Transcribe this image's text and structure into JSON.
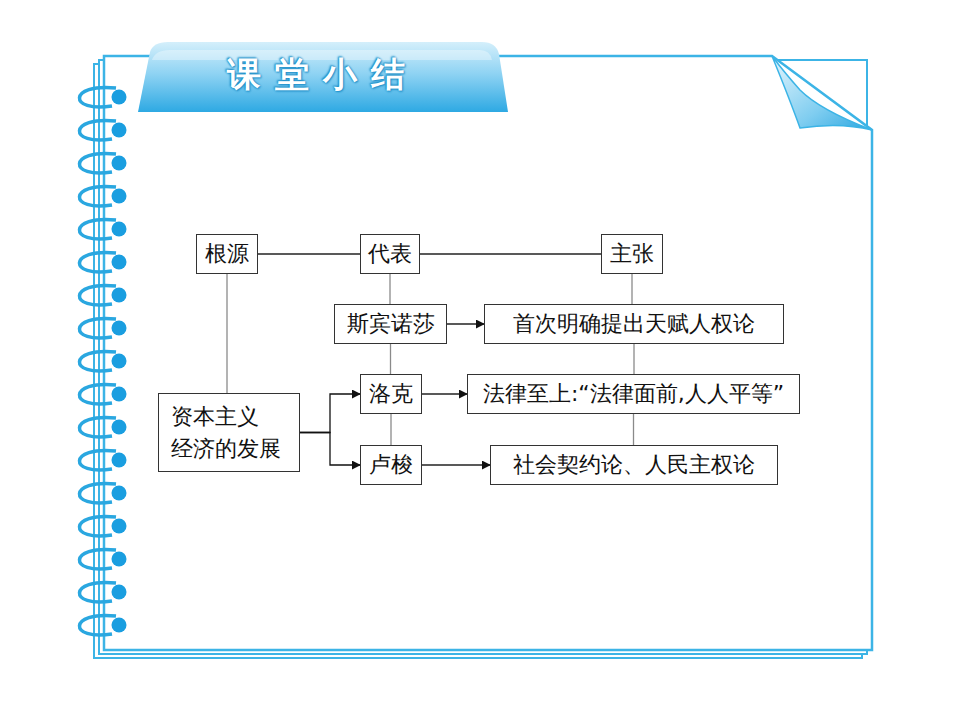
{
  "diagram": {
    "title": "课堂小结",
    "nodes": [
      {
        "text": [
          "根源"
        ]
      },
      {
        "text": [
          "代表"
        ]
      },
      {
        "text": [
          "主张"
        ]
      },
      {
        "text": [
          "斯宾诺莎"
        ]
      },
      {
        "text": [
          "首次明确提出天赋人权论"
        ]
      },
      {
        "text": [
          "资本主义 经济的发展"
        ]
      },
      {
        "text": [
          "洛克"
        ]
      },
      {
        "text": [
          "法律至上:“法律面前,人人平等”"
        ]
      },
      {
        "text": [
          "卢梭"
        ]
      },
      {
        "text": [
          "社会契约论、人民主权论"
        ]
      }
    ],
    "edges": [
      {
        "from": 0,
        "to": 1,
        "arrow": "none"
      },
      {
        "from": 1,
        "to": 2,
        "arrow": "none"
      },
      {
        "from": 0,
        "to": 5,
        "arrow": "none"
      },
      {
        "from": 1,
        "to": 3,
        "arrow": "none"
      },
      {
        "from": 3,
        "to": 6,
        "arrow": "none"
      },
      {
        "from": 6,
        "to": 8,
        "arrow": "none"
      },
      {
        "from": 2,
        "to": 4,
        "arrow": "none"
      },
      {
        "from": 4,
        "to": 7,
        "arrow": "none"
      },
      {
        "from": 7,
        "to": 9,
        "arrow": "none"
      },
      {
        "from": 3,
        "to": 4,
        "arrow": "to"
      },
      {
        "from": 5,
        "to": 6,
        "arrow": "to"
      },
      {
        "from": 5,
        "to": 8,
        "arrow": "to"
      },
      {
        "from": 6,
        "to": 7,
        "arrow": "to"
      },
      {
        "from": 8,
        "to": 9,
        "arrow": "to"
      }
    ]
  }
}
